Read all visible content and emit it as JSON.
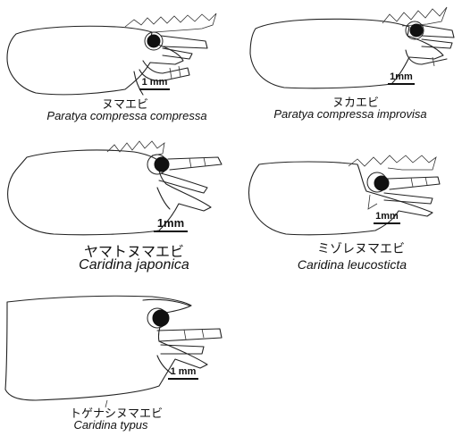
{
  "figure": {
    "panels": [
      {
        "japanese_name": "ヌマエビ",
        "scientific_name": "Paratya compressa compressa",
        "scale_label": "1 mm"
      },
      {
        "japanese_name": "ヌカエビ",
        "scientific_name": "Paratya compressa improvisa",
        "scale_label": "1mm"
      },
      {
        "japanese_name": "ヤマトヌマエビ",
        "scientific_name": "Caridina japonica",
        "scale_label": "1mm"
      },
      {
        "japanese_name": "ミゾレヌマエビ",
        "scientific_name": "Caridina leucosticta",
        "scale_label": "1mm"
      },
      {
        "japanese_name": "トゲナシヌマエビ",
        "scientific_name": "Caridina typus",
        "scale_label": "1 mm"
      }
    ]
  }
}
